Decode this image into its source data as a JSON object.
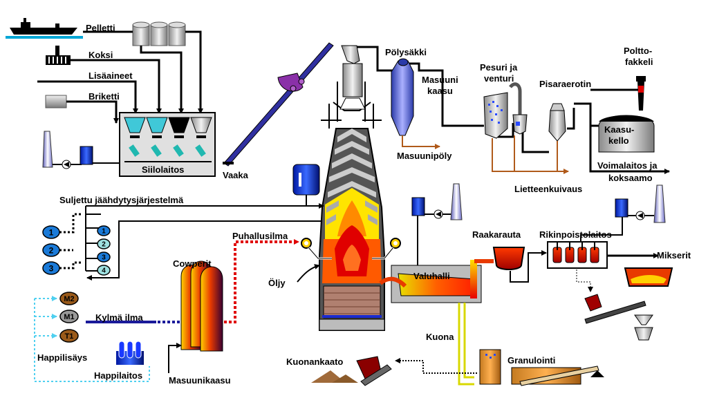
{
  "labels": {
    "pelletti": "Pelletti",
    "koksi": "Koksi",
    "lisaaineet": "Lisäaineet",
    "briketti": "Briketti",
    "siilolaitos": "Siilolaitos",
    "vaaka": "Vaaka",
    "polysakki": "Pölysäkki",
    "masuuni_kaasu_1": "Masuuni",
    "masuuni_kaasu_2": "kaasu",
    "pesuri_1": "Pesuri ja",
    "pesuri_2": "venturi",
    "pisaraerotin": "Pisaraerotin",
    "poltto_1": "Poltto-",
    "poltto_2": "fakkeli",
    "kaasukello_1": "Kaasu-",
    "kaasukello_2": "kello",
    "masuunipoly": "Masuunipöly",
    "voimalaitos_1": "Voimalaitos ja",
    "voimalaitos_2": "koksaamo",
    "lietteenkuivaus": "Lietteenkuivaus",
    "suljettu": "Suljettu jäähdytysjärjestelmä",
    "puhallusilma": "Puhallusilma",
    "raakarauta": "Raakarauta",
    "rikinpoistolaitos": "Rikinpoistolaitos",
    "cowperit": "Cowperit",
    "oljy": "Öljy",
    "valuhalli": "Valuhalli",
    "mikserit": "Mikserit",
    "kylma_ilma": "Kylmä ilma",
    "kuona": "Kuona",
    "kuonankaato": "Kuonankaato",
    "granulointi": "Granulointi",
    "happilisays": "Happilisäys",
    "happilaitos": "Happilaitos",
    "masuunikaasu": "Masuunikaasu"
  },
  "pumps_left": [
    "1",
    "2",
    "3"
  ],
  "pumps_right": [
    "1",
    "2",
    "3",
    "4"
  ],
  "motors": [
    "M2",
    "M1",
    "T1"
  ],
  "colors": {
    "gas_line": "#000000",
    "hot_blast": "#e00000",
    "cold_air": "#1a1a9a",
    "dust_line": "#b05a1a",
    "slag_line": "#d8d800",
    "oxygen": "#4fd0f0",
    "ship": "#00a6d6"
  },
  "icons": {
    "ship": "ship-icon",
    "coke": "coke-ovens-icon",
    "briquette": "briquette-icon",
    "silo": "silo-bins-icon",
    "chimney": "chimney-icon",
    "furnace": "blast-furnace-icon",
    "cowper": "cowper-stoves-icon",
    "flare": "flare-icon",
    "gasholder": "gasholder-icon"
  }
}
